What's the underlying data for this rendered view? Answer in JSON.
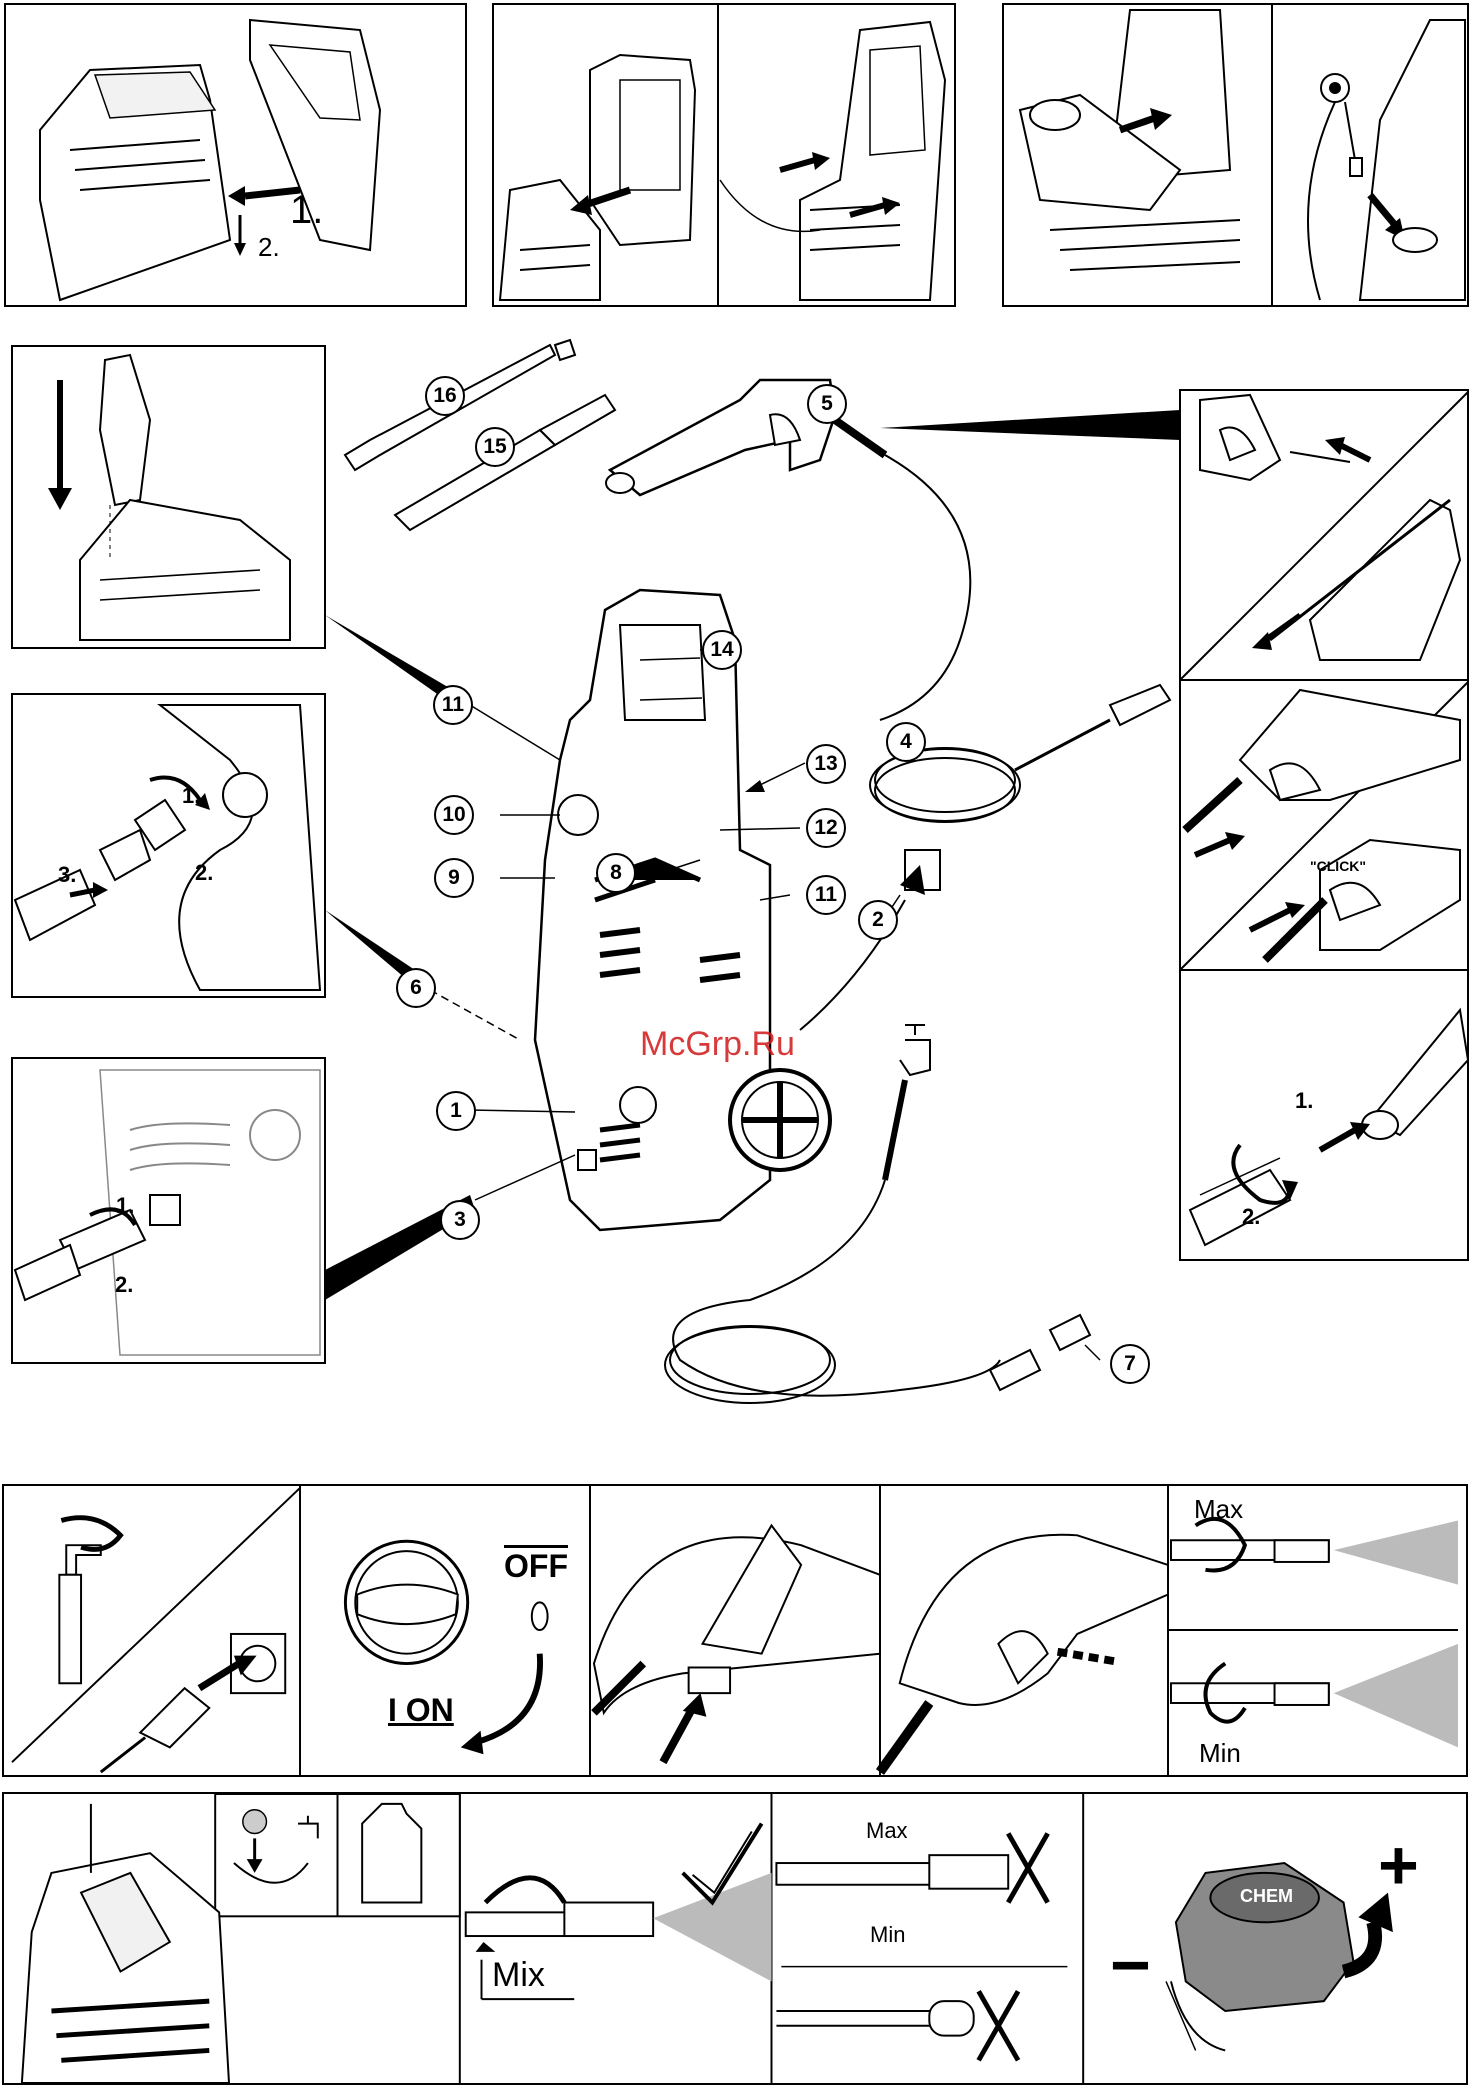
{
  "watermark": "McGrp.Ru",
  "top_panels": {
    "step1": "1.",
    "step2": "2."
  },
  "callouts": {
    "c1": "1",
    "c2": "2",
    "c3": "3",
    "c4": "4",
    "c5": "5",
    "c6": "6",
    "c7": "7",
    "c8": "8",
    "c9": "9",
    "c10": "10",
    "c11a": "11",
    "c11b": "11",
    "c12": "12",
    "c13": "13",
    "c14": "14",
    "c15": "15",
    "c16": "16"
  },
  "left_panels": {
    "hose_step1": "1.",
    "hose_step2": "2.",
    "hose_step3": "3.",
    "inlet_step1": "1.",
    "inlet_step2": "2."
  },
  "right_panels": {
    "click": "\"CLICK\"",
    "lance_step1": "1.",
    "lance_step2": "2."
  },
  "bottom_row1": {
    "off_label": "OFF",
    "on_label": "I ON",
    "max_label": "Max",
    "min_label": "Min"
  },
  "bottom_row2": {
    "mix_label": "Mix",
    "max_label": "Max",
    "min_label": "Min",
    "chem_label": "CHEM",
    "minus": "−",
    "plus": "+"
  }
}
